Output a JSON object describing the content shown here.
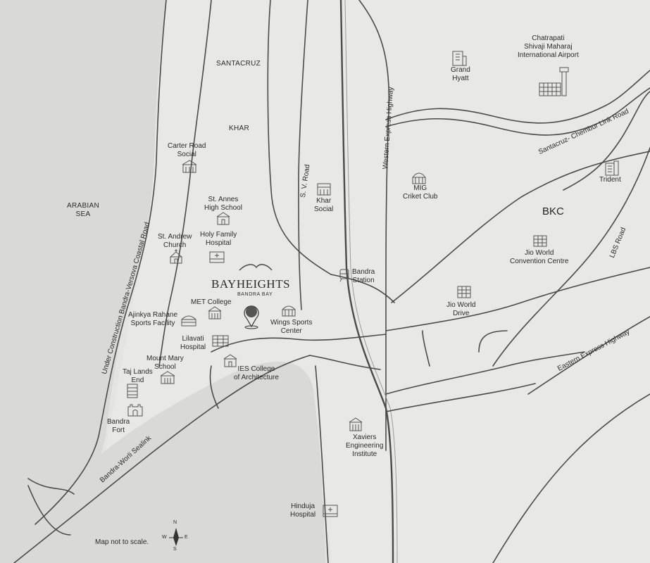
{
  "areas": {
    "santacruz": "SANTACRUZ",
    "khar": "KHAR",
    "arabian_sea": "ARABIAN\nSEA",
    "bkc": "BKC"
  },
  "roads": {
    "coastal_road": "Under Construction Bandra-Versova Coastal Road",
    "sv_road": "S. V. Road",
    "western_express": "Western Express Highway",
    "scl_road": "Santacruz- Chembur Link Road",
    "lbs_road": "LBS Road",
    "eastern_express": "Eastern Express Highway",
    "sealink": "Bandra-Worli Sealink"
  },
  "landmarks": {
    "airport": "Chatrapati\nShivaji Maharaj\nInternational Airport",
    "grand_hyatt": "Grand\nHyatt",
    "trident": "Trident",
    "carter_road": "Carter Road\nSocial",
    "khar_social": "Khar\nSocial",
    "mig_club": "MIG\nCriket Club",
    "st_annes": "St. Annes\nHigh School",
    "st_andrew": "St. Andrew\nChurch",
    "holy_family": "Holy Family\nHospital",
    "bandra_station": "Bandra\nStation",
    "jio_convention": "Jio World\nConvention Centre",
    "met_college": "MET College",
    "ajinkya": "Ajinkya Rahane\nSports Facility",
    "wings": "Wings Sports\nCenter",
    "jio_drive": "Jio World\nDrive",
    "lilavati": "Lilavati\nHospital",
    "mount_mary": "Mount Mary\nSchool",
    "ies_college": "IES College\nof Architecture",
    "taj_lands": "Taj Lands\nEnd",
    "bandra_fort": "Bandra\nFort",
    "xaviers": "Xaviers\nEngineering\nInstitute",
    "hinduja": "Hinduja\nHospital"
  },
  "project": {
    "name": "BAYHEIGHTS",
    "location": "BANDRA BAY"
  },
  "compass": {
    "n": "N",
    "s": "S",
    "e": "E",
    "w": "W"
  },
  "footnote": "Map not to scale."
}
